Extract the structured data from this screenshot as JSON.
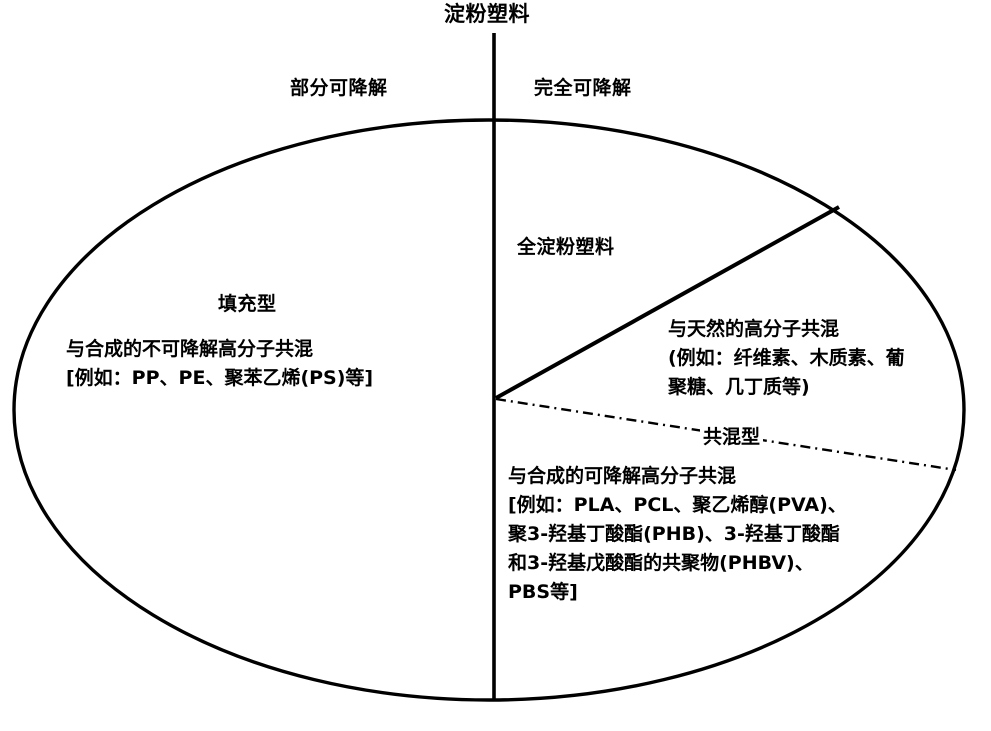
{
  "diagram": {
    "title": "淀粉塑料",
    "axis_labels": {
      "left": "部分可降解",
      "right": "完全可降解"
    },
    "regions": {
      "left_filled": {
        "heading": "填充型",
        "lines": [
          "与合成的不可降解高分子共混",
          "[例如：PP、PE、聚苯乙烯(PS)等]"
        ]
      },
      "all_starch": {
        "heading": "全淀粉塑料"
      },
      "natural_blend": {
        "lines": [
          "与天然的高分子共混",
          "(例如：纤维素、木质素、葡",
          "聚糖、几丁质等)"
        ]
      },
      "blend_type": {
        "label": "共混型"
      },
      "synthetic_degradable_blend": {
        "lines": [
          "与合成的可降解高分子共混",
          "[例如：PLA、PCL、聚乙烯醇(PVA)、",
          "聚3-羟基丁酸酯(PHB)、3-羟基丁酸酯",
          "和3-羟基戊酸酯的共聚物(PHBV)、",
          "PBS等]"
        ]
      }
    },
    "colors": {
      "stroke": "#000000",
      "background": "#ffffff",
      "text": "#000000"
    }
  }
}
